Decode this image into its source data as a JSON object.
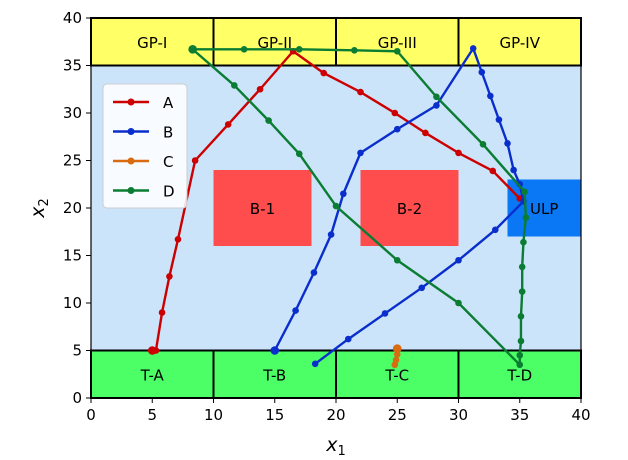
{
  "chart_data": {
    "type": "line",
    "xlabel": "x",
    "xlabel_sub": "1",
    "ylabel": "x",
    "ylabel_sub": "2",
    "xlim": [
      0,
      40
    ],
    "ylim": [
      0,
      40
    ],
    "xticks": [
      0,
      5,
      10,
      15,
      20,
      25,
      30,
      35,
      40
    ],
    "yticks": [
      0,
      5,
      10,
      15,
      20,
      25,
      30,
      35,
      40
    ],
    "grid": false,
    "legend": {
      "position": "upper-left",
      "entries": [
        "A",
        "B",
        "C",
        "D"
      ]
    },
    "regions": [
      {
        "name": "field",
        "label": "",
        "x": [
          0,
          40
        ],
        "y": [
          5,
          35
        ],
        "color": "#cce4fa",
        "border": false
      },
      {
        "name": "gp-i",
        "label": "GP-I",
        "x": [
          0,
          10
        ],
        "y": [
          35,
          40
        ],
        "color": "#ffff66",
        "border": true
      },
      {
        "name": "gp-ii",
        "label": "GP-II",
        "x": [
          10,
          20
        ],
        "y": [
          35,
          40
        ],
        "color": "#ffff66",
        "border": true
      },
      {
        "name": "gp-iii",
        "label": "GP-III",
        "x": [
          20,
          30
        ],
        "y": [
          35,
          40
        ],
        "color": "#ffff66",
        "border": true
      },
      {
        "name": "gp-iv",
        "label": "GP-IV",
        "x": [
          30,
          40
        ],
        "y": [
          35,
          40
        ],
        "color": "#ffff66",
        "border": true
      },
      {
        "name": "t-a",
        "label": "T-A",
        "x": [
          0,
          10
        ],
        "y": [
          0,
          5
        ],
        "color": "#4dff66",
        "border": true
      },
      {
        "name": "t-b",
        "label": "T-B",
        "x": [
          10,
          20
        ],
        "y": [
          0,
          5
        ],
        "color": "#4dff66",
        "border": true
      },
      {
        "name": "t-c",
        "label": "T-C",
        "x": [
          20,
          30
        ],
        "y": [
          0,
          5
        ],
        "color": "#4dff66",
        "border": true
      },
      {
        "name": "t-d",
        "label": "T-D",
        "x": [
          30,
          40
        ],
        "y": [
          0,
          5
        ],
        "color": "#4dff66",
        "border": true
      },
      {
        "name": "b-1",
        "label": "B-1",
        "x": [
          10,
          18
        ],
        "y": [
          16,
          24
        ],
        "color": "#ff4d4d",
        "border": false
      },
      {
        "name": "b-2",
        "label": "B-2",
        "x": [
          22,
          30
        ],
        "y": [
          16,
          24
        ],
        "color": "#ff4d4d",
        "border": false
      },
      {
        "name": "ulp",
        "label": "ULP",
        "x": [
          34,
          40
        ],
        "y": [
          17,
          23
        ],
        "color": "#0a78f5",
        "border": false
      }
    ],
    "series": [
      {
        "name": "A",
        "color": "#cc0000",
        "x": [
          5.0,
          5.3,
          5.8,
          6.4,
          7.1,
          8.5,
          11.2,
          13.8,
          16.5,
          19.0,
          22.0,
          24.8,
          27.3,
          30.0,
          32.8,
          35.0
        ],
        "y": [
          5.0,
          5.0,
          9.0,
          12.8,
          16.7,
          25.0,
          28.8,
          32.5,
          36.5,
          34.2,
          32.2,
          30.0,
          27.9,
          25.8,
          23.9,
          21.0
        ],
        "end_marker": "circle"
      },
      {
        "name": "B",
        "color": "#0a2ecc",
        "x": [
          15.0,
          16.7,
          18.2,
          19.6,
          20.6,
          22.0,
          25.0,
          28.2,
          31.2,
          31.9,
          32.6,
          33.3,
          34.0,
          34.5,
          35.0,
          35.3,
          33.0,
          30.0,
          27.0,
          24.0,
          21.0,
          18.3
        ],
        "y": [
          5.0,
          9.2,
          13.2,
          17.2,
          21.5,
          25.8,
          28.3,
          30.8,
          36.8,
          34.3,
          31.8,
          29.3,
          26.8,
          24.0,
          22.5,
          20.7,
          17.7,
          14.5,
          11.6,
          8.9,
          6.2,
          3.6
        ],
        "end_marker": "circle"
      },
      {
        "name": "C",
        "color": "#d96b10",
        "x": [
          25.0,
          25.0,
          24.9,
          24.8
        ],
        "y": [
          5.2,
          4.6,
          4.0,
          3.5
        ],
        "end_marker": "circle"
      },
      {
        "name": "D",
        "color": "#0a7d32",
        "x": [
          8.3,
          12.5,
          17.0,
          21.5,
          25.0,
          28.2,
          32.0,
          35.4,
          35.5,
          35.3,
          35.2,
          35.2,
          35.1,
          35.1,
          35.0,
          35.0,
          30.0,
          25.0,
          20.0,
          17.0,
          14.5,
          11.7,
          8.3
        ],
        "y": [
          36.7,
          36.7,
          36.7,
          36.6,
          36.5,
          31.7,
          26.7,
          21.7,
          19.0,
          16.4,
          13.8,
          11.2,
          8.6,
          6.0,
          4.5,
          3.5,
          10.0,
          14.5,
          20.2,
          25.7,
          29.2,
          32.9,
          36.7
        ],
        "end_marker": "circle"
      }
    ]
  }
}
